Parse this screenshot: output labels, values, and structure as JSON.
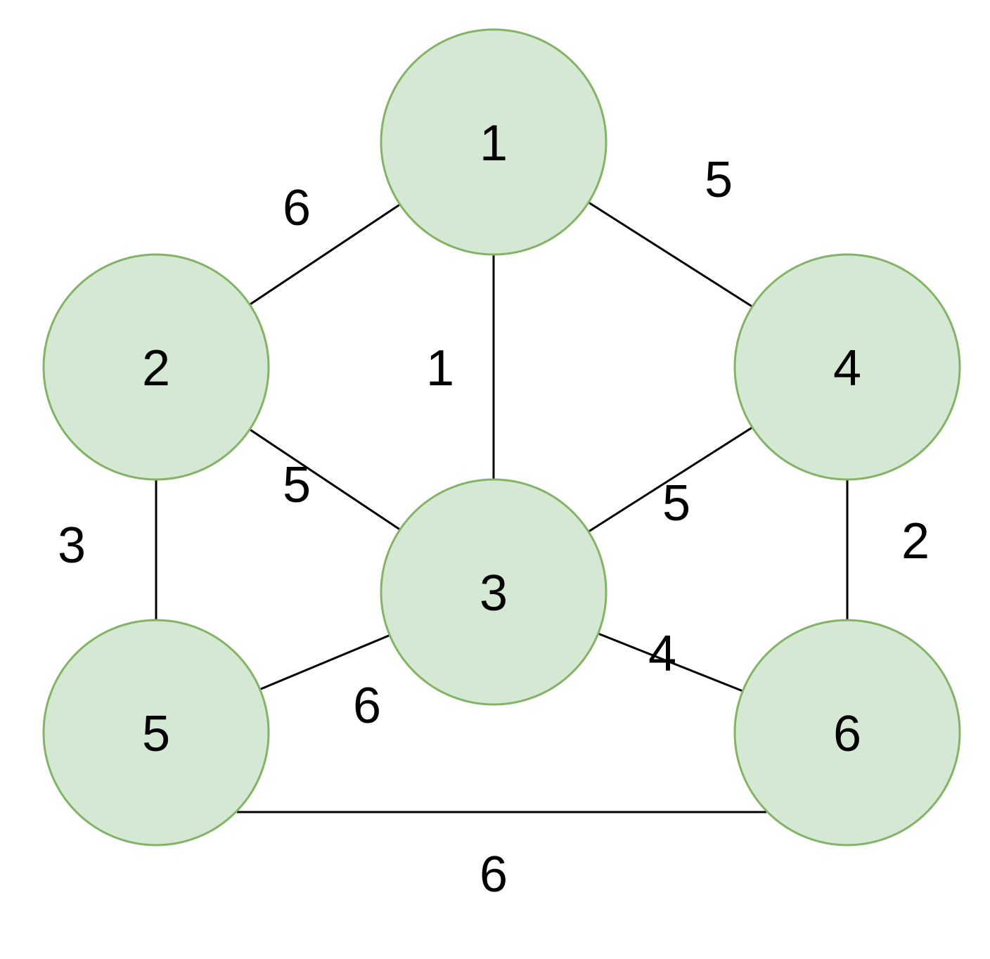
{
  "colors": {
    "node_fill": "#d5e8d4",
    "node_stroke": "#82b366",
    "edge": "#000000",
    "text": "#000000"
  },
  "nodes": [
    {
      "id": "1",
      "label": "1"
    },
    {
      "id": "2",
      "label": "2"
    },
    {
      "id": "3",
      "label": "3"
    },
    {
      "id": "4",
      "label": "4"
    },
    {
      "id": "5",
      "label": "5"
    },
    {
      "id": "6",
      "label": "6"
    }
  ],
  "edges": [
    {
      "from": "1",
      "to": "2",
      "weight": "6"
    },
    {
      "from": "1",
      "to": "4",
      "weight": "5"
    },
    {
      "from": "1",
      "to": "3",
      "weight": "1"
    },
    {
      "from": "2",
      "to": "3",
      "weight": "5"
    },
    {
      "from": "3",
      "to": "4",
      "weight": "5"
    },
    {
      "from": "2",
      "to": "5",
      "weight": "3"
    },
    {
      "from": "4",
      "to": "6",
      "weight": "2"
    },
    {
      "from": "3",
      "to": "5",
      "weight": "6"
    },
    {
      "from": "3",
      "to": "6",
      "weight": "4"
    },
    {
      "from": "5",
      "to": "6",
      "weight": "6"
    }
  ]
}
